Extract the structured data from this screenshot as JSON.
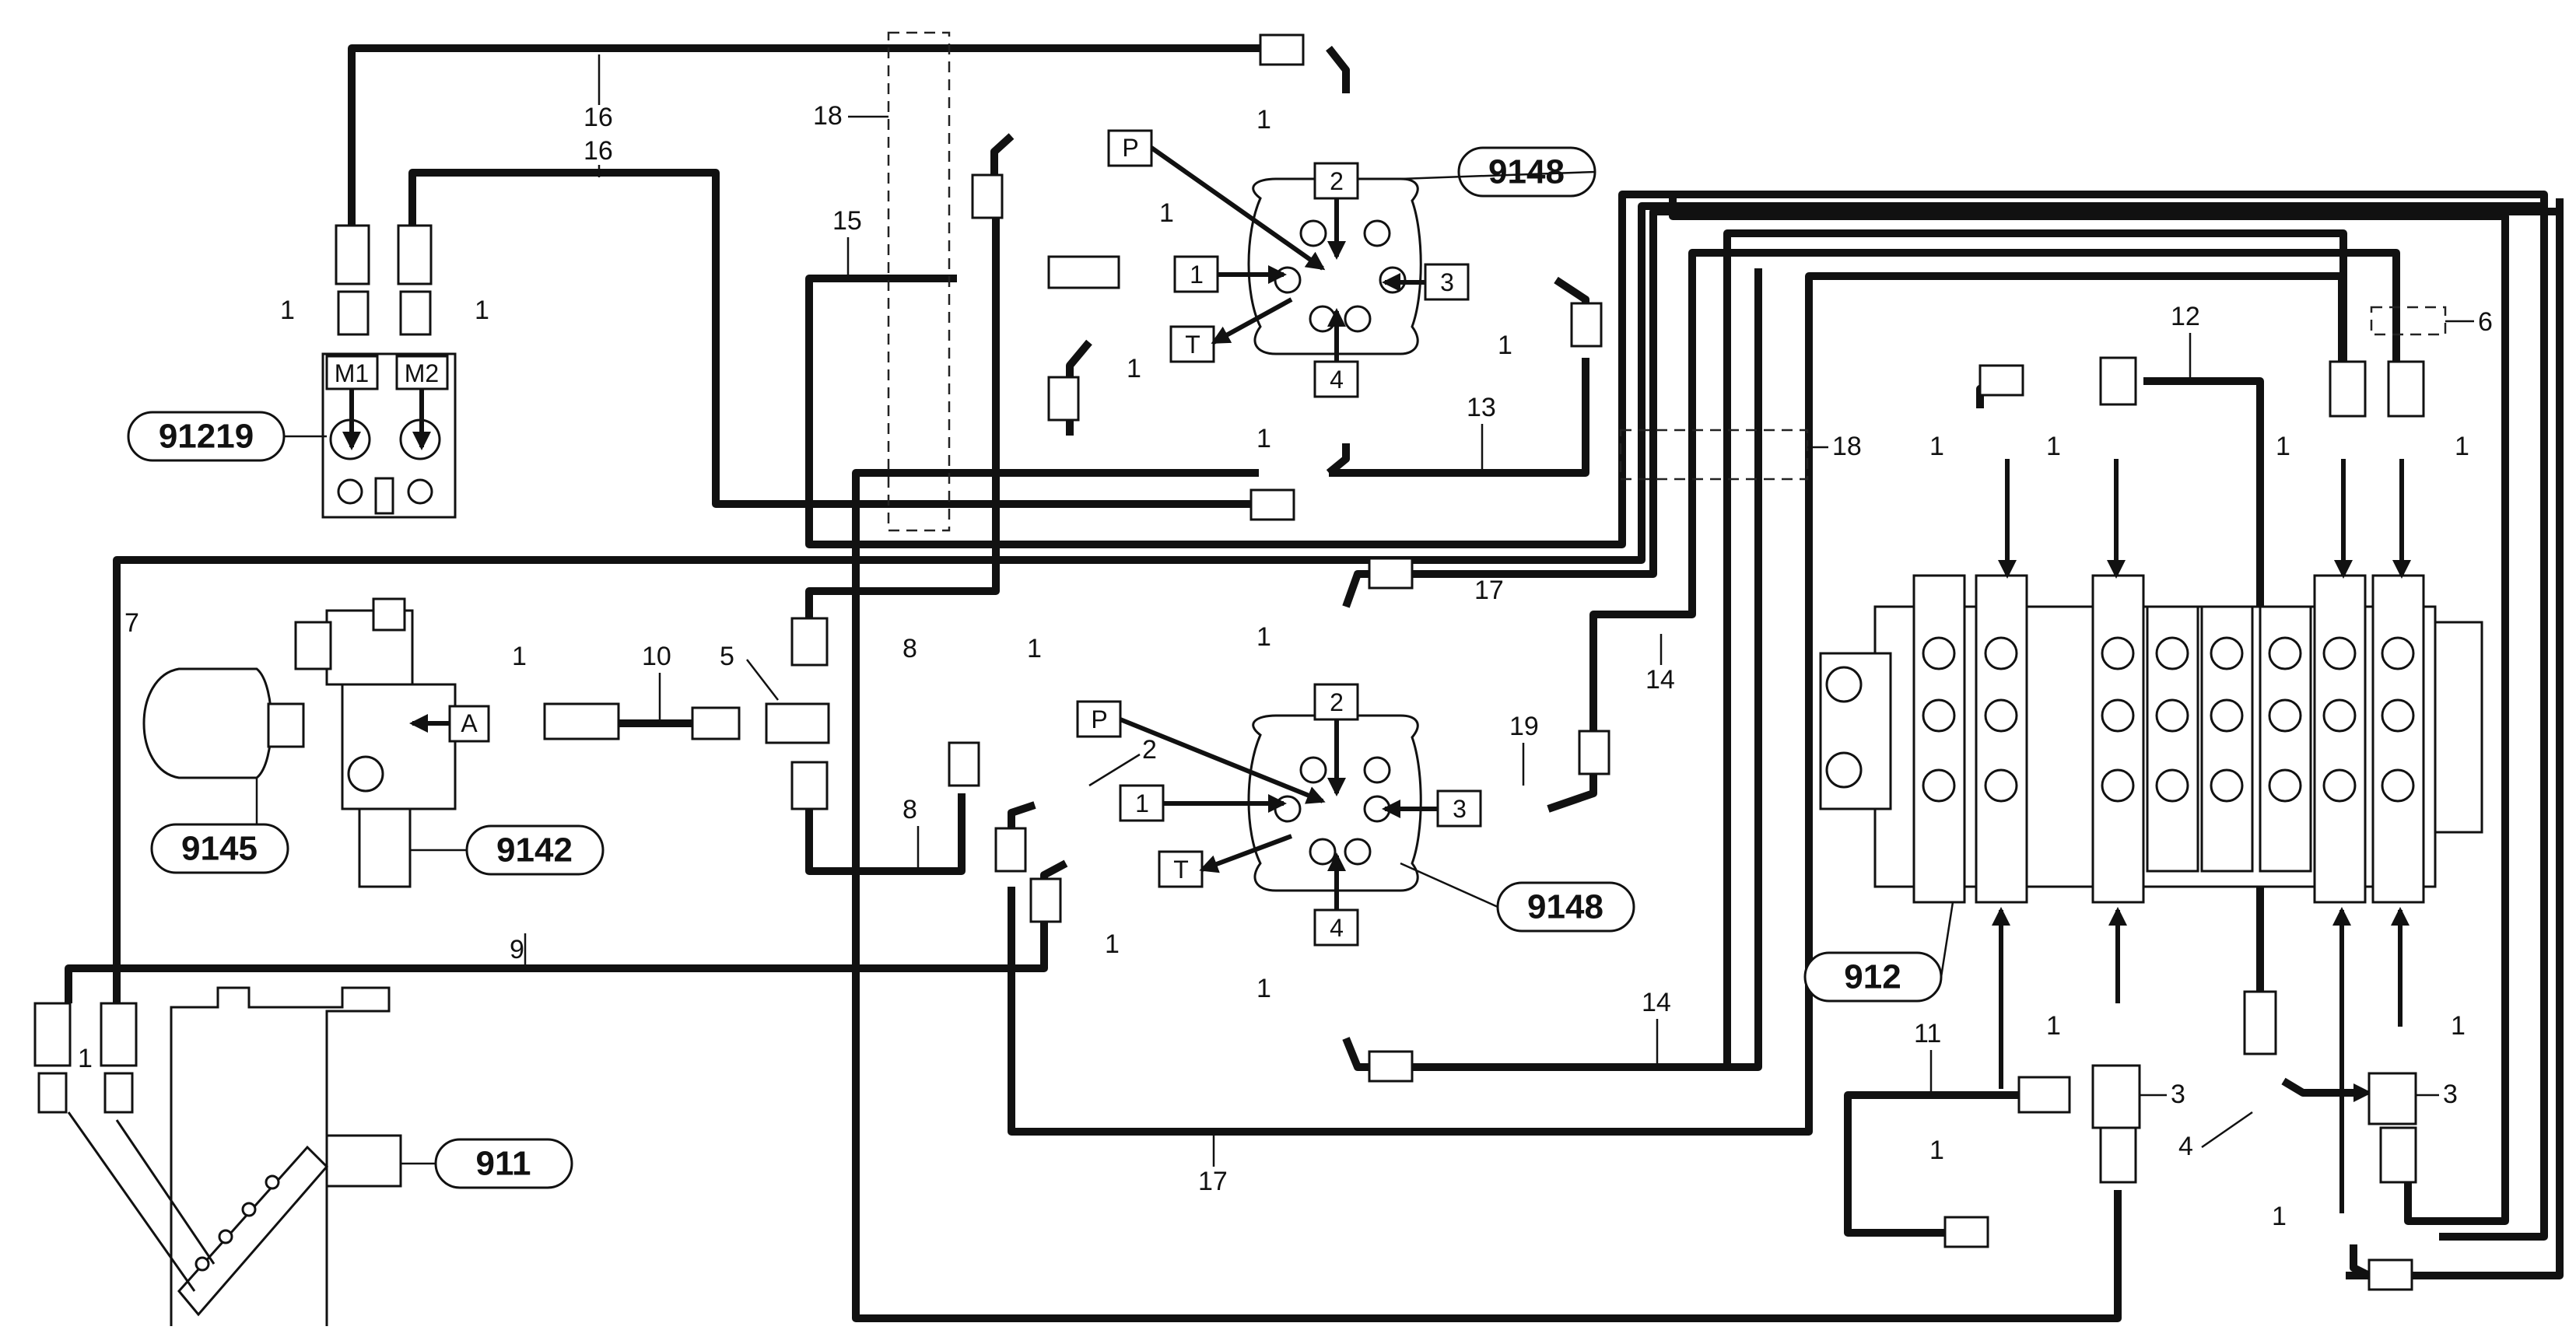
{
  "callouts": {
    "c91219": "91219",
    "c9148a": "9148",
    "c9148b": "9148",
    "c9145": "9145",
    "c9142": "9142",
    "c911": "911",
    "c912": "912"
  },
  "ports": {
    "m1": "M1",
    "m2": "M2",
    "a": "A",
    "pU": "P",
    "tU": "T",
    "p1U": "1",
    "p2U": "2",
    "p3U": "3",
    "p4U": "4",
    "pL": "P",
    "tL": "T",
    "p1L": "1",
    "p2L": "2",
    "p3L": "3",
    "p4L": "4"
  },
  "labels": {
    "l16a": "16",
    "l16b": "16",
    "l18a": "18",
    "l18b": "18",
    "l15": "15",
    "l13": "13",
    "l12": "12",
    "l6": "6",
    "l7": "7",
    "l10": "10",
    "l5": "5",
    "l8a": "8",
    "l8b": "8",
    "l9": "9",
    "l17a": "17",
    "l17b": "17",
    "l14a": "14",
    "l14b": "14",
    "l19": "19",
    "l2": "2",
    "l11": "11",
    "l3a": "3",
    "l3b": "3",
    "l4": "4",
    "one": "1"
  }
}
